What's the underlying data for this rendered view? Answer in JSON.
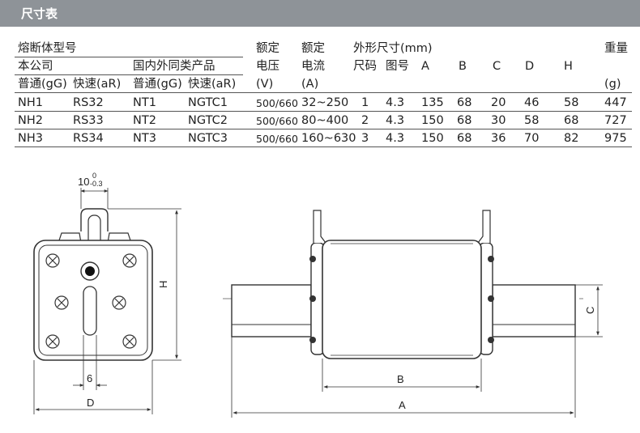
{
  "header": {
    "title": "尺寸表"
  },
  "table": {
    "h_fuse_model": "熔断体型号",
    "h_company": "本公司",
    "h_domestic": "国内外同类产品",
    "h_gg": "普通(gG)",
    "h_ar": "快速(aR)",
    "h_rated": "额定",
    "h_voltage": "电压",
    "h_voltage_unit": "(V)",
    "h_current": "电流",
    "h_current_unit": "(A)",
    "h_outline": "外形尺寸(mm)",
    "h_size": "尺码",
    "h_figure": "图号",
    "h_A": "A",
    "h_B": "B",
    "h_C": "C",
    "h_D": "D",
    "h_H": "H",
    "h_weight": "重量",
    "h_weight_unit": "(g)",
    "rows": [
      {
        "gg": "NH1",
        "ar": "RS32",
        "dgg": "NT1",
        "dar": "NGTC1",
        "voltage": "500/660",
        "current": "32~250",
        "size": "1",
        "figure": "4.3",
        "A": "135",
        "B": "68",
        "C": "20",
        "D": "46",
        "H": "58",
        "weight": "447"
      },
      {
        "gg": "NH2",
        "ar": "RS33",
        "dgg": "NT2",
        "dar": "NGTC2",
        "voltage": "500/660",
        "current": "80~400",
        "size": "2",
        "figure": "4.3",
        "A": "150",
        "B": "68",
        "C": "30",
        "D": "58",
        "H": "68",
        "weight": "727"
      },
      {
        "gg": "NH3",
        "ar": "RS34",
        "dgg": "NT3",
        "dar": "NGTC3",
        "voltage": "500/660",
        "current": "160~630",
        "size": "3",
        "figure": "4.3",
        "A": "150",
        "B": "68",
        "C": "36",
        "D": "70",
        "H": "82",
        "weight": "975"
      }
    ]
  },
  "drawing": {
    "dim_10": "10",
    "tol_upper": "0",
    "tol_lower": "-0.3",
    "dim_H": "H",
    "dim_6": "6",
    "dim_D": "D",
    "dim_A": "A",
    "dim_B": "B",
    "dim_C": "C"
  }
}
